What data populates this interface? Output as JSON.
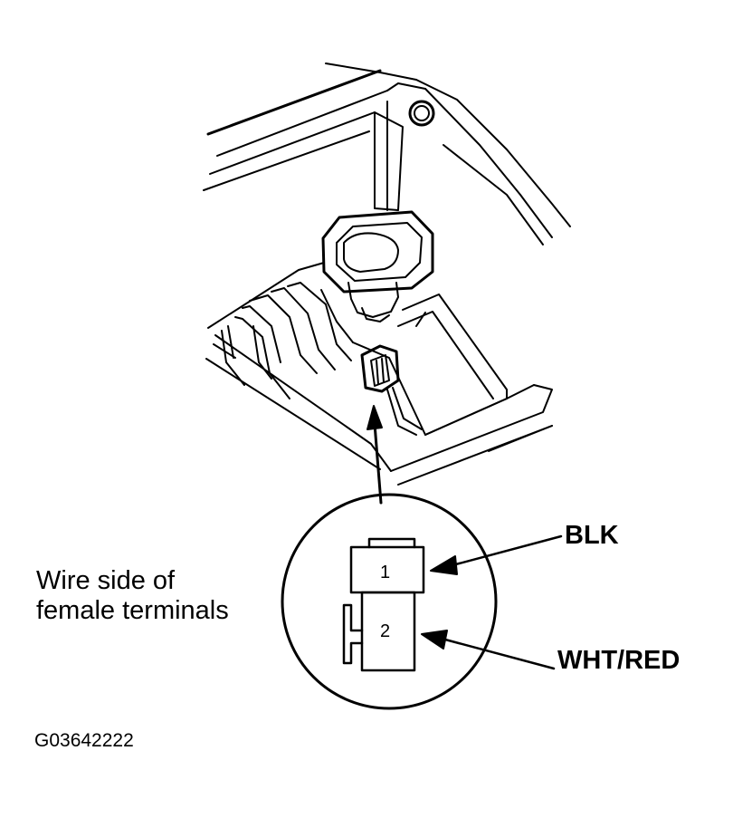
{
  "labels": {
    "wire_side_line1": "Wire side of",
    "wire_side_line2": "female terminals",
    "blk": "BLK",
    "wht_red": "WHT/RED",
    "figure_code": "G03642222"
  },
  "connector": {
    "pins": [
      {
        "number": "1",
        "wire": "BLK"
      },
      {
        "number": "2",
        "wire": "WHT/RED"
      }
    ]
  },
  "colors": {
    "ink": "#000000",
    "background": "#ffffff"
  }
}
